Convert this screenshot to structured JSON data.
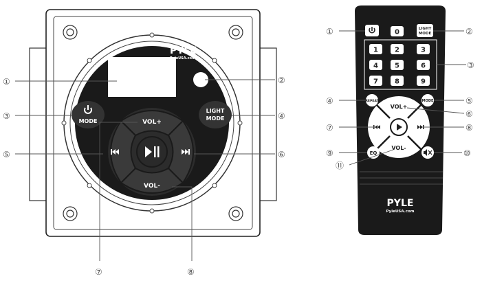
{
  "unit": {
    "brand": "PYLE",
    "brand_sub": "PyleUSA.com",
    "mode_label": "MODE",
    "light_label": "LIGHT",
    "light_mode_label": "MODE",
    "vol_up": "VOL+",
    "vol_down": "VOL-",
    "callouts": [
      "①",
      "②",
      "③",
      "④",
      "⑤",
      "⑥",
      "⑦",
      "⑧"
    ]
  },
  "remote": {
    "brand": "PYLE",
    "brand_sub": "PyleUSA.com",
    "light_top": "LIGHT",
    "light_bottom": "MODE",
    "repeat": "REPEAT",
    "mode": "MODE",
    "eq": "EQ",
    "vol_up": "VOL+",
    "vol_down": "VOL-",
    "keys": [
      "0",
      "1",
      "2",
      "3",
      "4",
      "5",
      "6",
      "7",
      "8",
      "9"
    ],
    "callouts": [
      "①",
      "②",
      "③",
      "④",
      "⑤",
      "⑥",
      "⑦",
      "⑧",
      "⑨",
      "⑩",
      "⑪"
    ]
  },
  "colors": {
    "panel": "#1a1a1a",
    "button": "#333333",
    "outline": "#333333"
  }
}
